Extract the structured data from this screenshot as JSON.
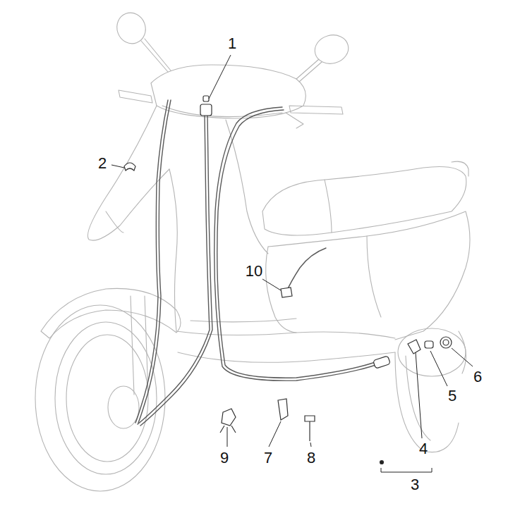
{
  "diagram": {
    "labels": [
      "1",
      "2",
      "10",
      "6",
      "5",
      "4",
      "9",
      "7",
      "8",
      "3"
    ]
  }
}
